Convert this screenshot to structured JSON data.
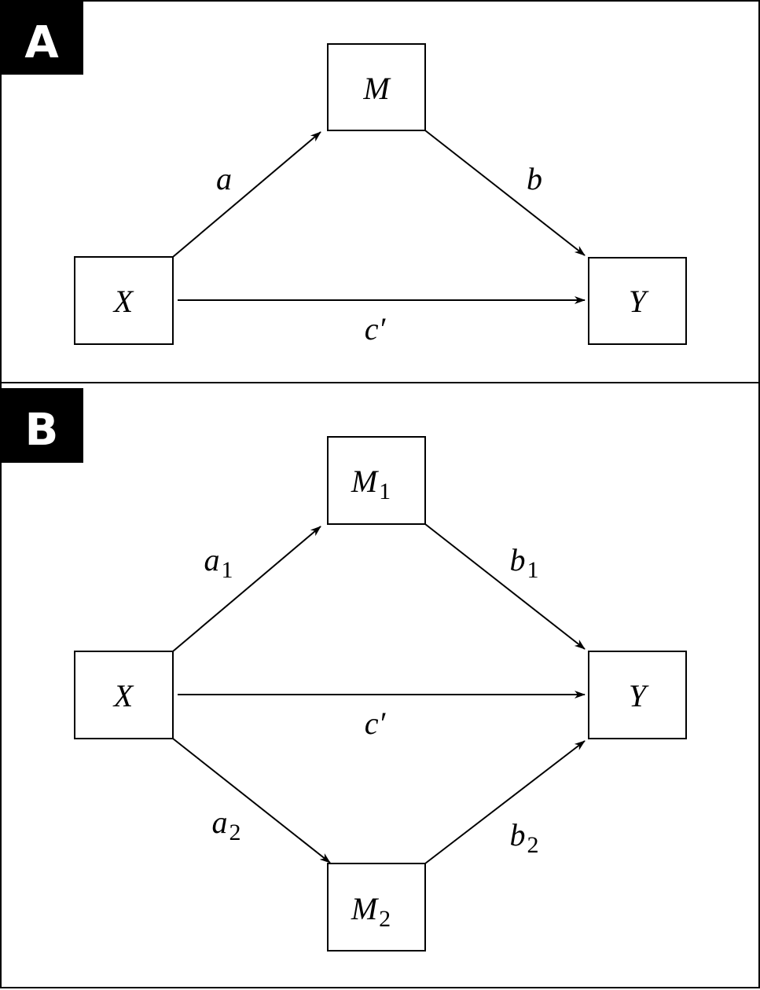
{
  "panels": [
    {
      "label": "A",
      "nodes": {
        "m": "M",
        "x": "X",
        "y": "Y"
      },
      "paths": {
        "a": "a",
        "b": "b",
        "c": "c′"
      }
    },
    {
      "label": "B",
      "nodes": {
        "m1": {
          "base": "M",
          "sub": "1"
        },
        "m2": {
          "base": "M",
          "sub": "2"
        },
        "x": "X",
        "y": "Y"
      },
      "paths": {
        "a1": {
          "base": "a",
          "sub": "1"
        },
        "a2": {
          "base": "a",
          "sub": "2"
        },
        "b1": {
          "base": "b",
          "sub": "1"
        },
        "b2": {
          "base": "b",
          "sub": "2"
        },
        "c": "c′"
      }
    }
  ],
  "colors": {
    "badge_bg": "#000000",
    "badge_text": "#ffffff",
    "stroke": "#000000",
    "background": "#ffffff"
  }
}
